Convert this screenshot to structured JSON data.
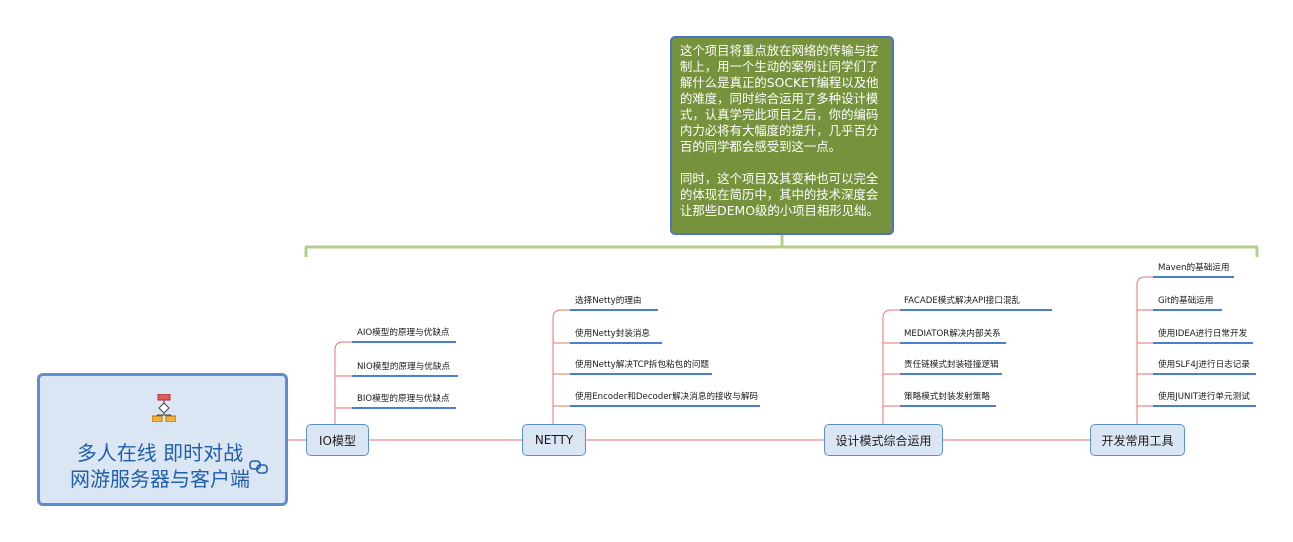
{
  "central": {
    "title_line1": "多人在线 即时对战",
    "title_line2": "网游服务器与客户端",
    "icon": "org-chart-icon",
    "link_icon": "link-icon"
  },
  "note": {
    "paragraph1": "这个项目将重点放在网络的传输与控制上，用一个生动的案例让同学们了解什么是真正的SOCKET编程以及他的难度，同时综合运用了多种设计模式，认真学完此项目之后，你的编码内力必将有大幅度的提升，几乎百分百的同学都会感受到这一点。",
    "paragraph2": "同时，这个项目及其变种也可以完全的体现在简历中，其中的技术深度会让那些DEMO级的小项目相形见绌。"
  },
  "branches": [
    {
      "label": "IO模型",
      "items": [
        "AIO模型的原理与优缺点",
        "NIO模型的原理与优缺点",
        "BIO模型的原理与优缺点"
      ]
    },
    {
      "label": "NETTY",
      "items": [
        "选择Netty的理由",
        "使用Netty封装消息",
        "使用Netty解决TCP拆包粘包的问题",
        "使用Encoder和Decoder解决消息的接收与解码"
      ]
    },
    {
      "label": "设计模式综合运用",
      "items": [
        "FACADE模式解决API接口混乱",
        "MEDIATOR解决内部关系",
        "责任链模式封装碰撞逻辑",
        "策略模式封装发射策略"
      ]
    },
    {
      "label": "开发常用工具",
      "items": [
        "Maven的基础运用",
        "Git的基础运用",
        "使用IDEA进行日常开发",
        "使用SLF4J进行日志记录",
        "使用JUNIT进行单元测试"
      ]
    }
  ],
  "colors": {
    "connector_red": "#e8736c",
    "item_underline_blue": "#4a7fd0",
    "bracket_green": "#b5cf8a",
    "note_fill": "#76923c",
    "topic_fill": "#dbe6f4",
    "topic_border": "#5b8fd0"
  }
}
